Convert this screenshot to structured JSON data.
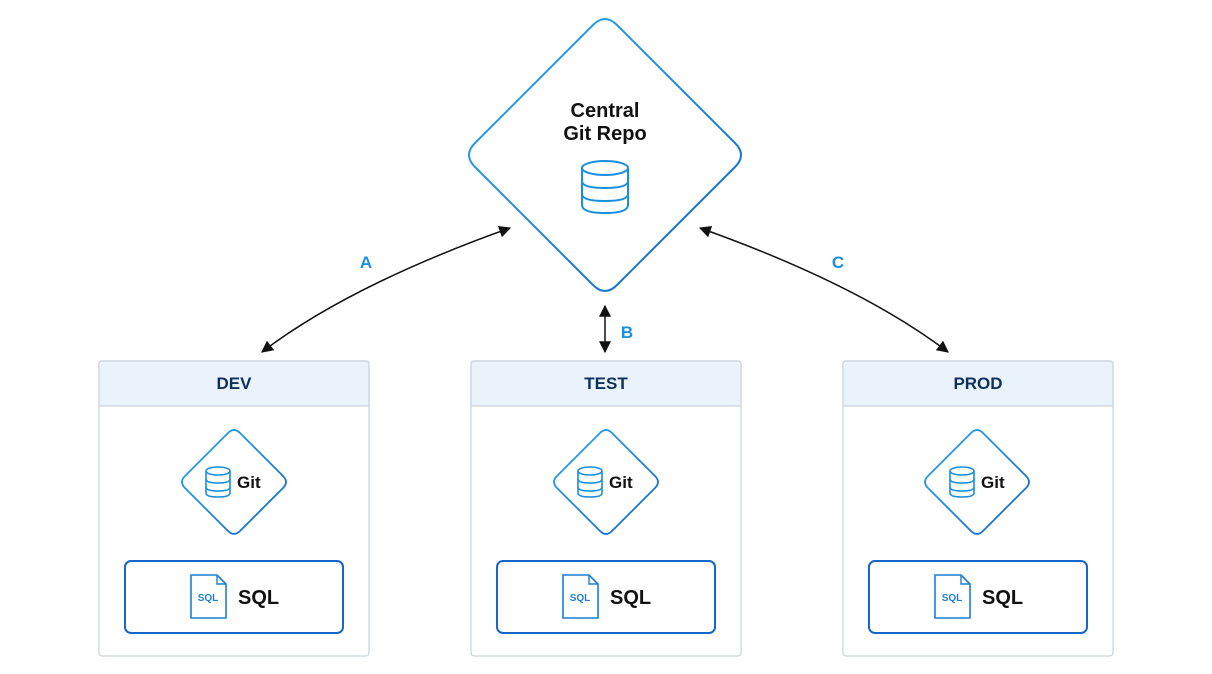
{
  "central": {
    "title_line1": "Central",
    "title_line2": "Git Repo",
    "icon": "database-icon"
  },
  "edges": [
    {
      "label": "A",
      "from": "Central Git Repo",
      "to": "DEV"
    },
    {
      "label": "B",
      "from": "Central Git Repo",
      "to": "TEST"
    },
    {
      "label": "C",
      "from": "Central Git Repo",
      "to": "PROD"
    }
  ],
  "environments": [
    {
      "title": "DEV",
      "git_label": "Git",
      "sql_label": "SQL",
      "sql_icon_text": "SQL"
    },
    {
      "title": "TEST",
      "git_label": "Git",
      "sql_label": "SQL",
      "sql_icon_text": "SQL"
    },
    {
      "title": "PROD",
      "git_label": "Git",
      "sql_label": "SQL",
      "sql_icon_text": "SQL"
    }
  ],
  "colors": {
    "diamond_stroke": "#1a8fe0",
    "env_header_bg": "#eaf3fc",
    "env_border": "#c9d3de",
    "env_title": "#0f2f5c",
    "edge_label": "#1a8fe0",
    "arrow": "#111111"
  }
}
